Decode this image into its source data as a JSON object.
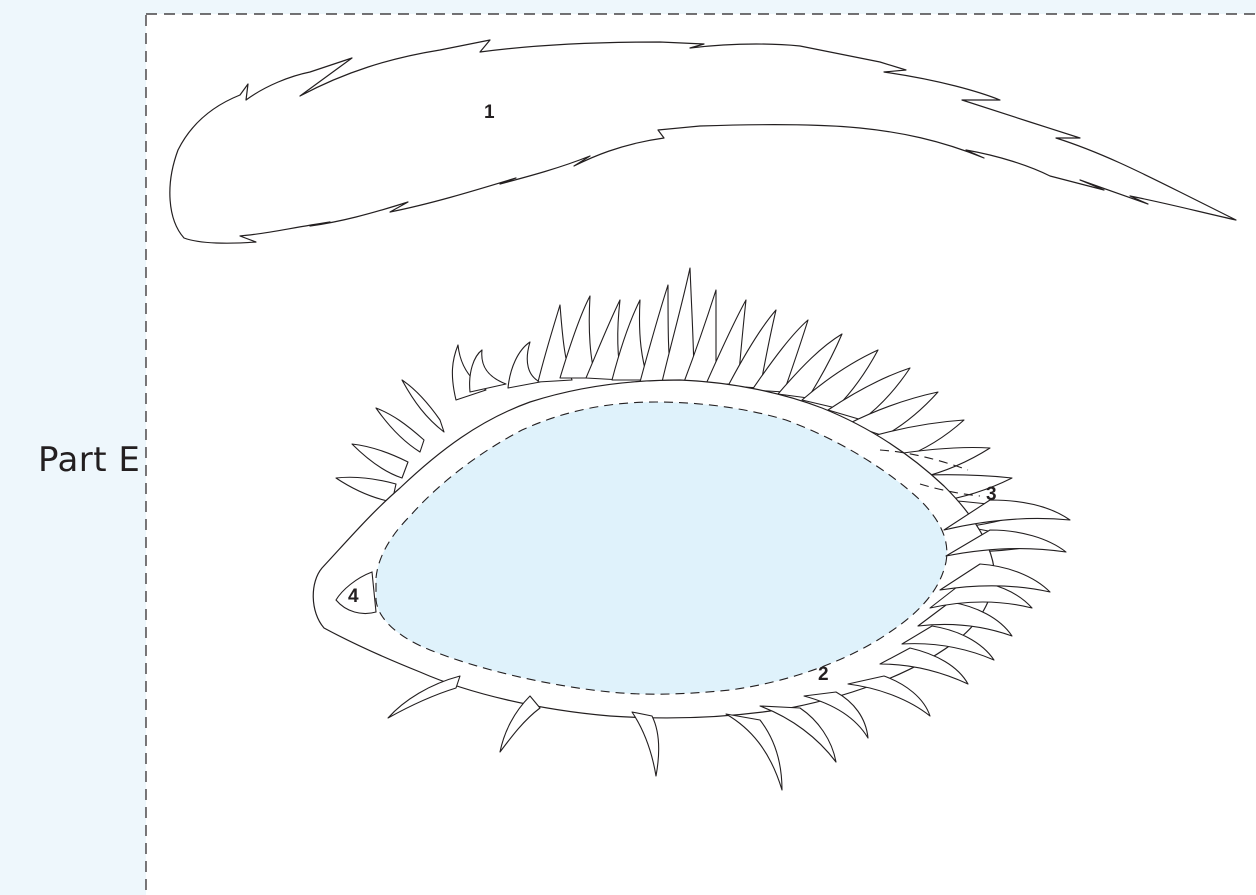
{
  "sidebar": {
    "label": "Part E"
  },
  "diagram": {
    "part_numbers": {
      "brow": "1",
      "lower_lid": "2",
      "outer_corner": "3",
      "inner_corner": "4"
    },
    "colors": {
      "background": "#eef7fc",
      "eye_fill": "#dff2fb",
      "sheet": "#ffffff",
      "line": "#231f20"
    }
  }
}
